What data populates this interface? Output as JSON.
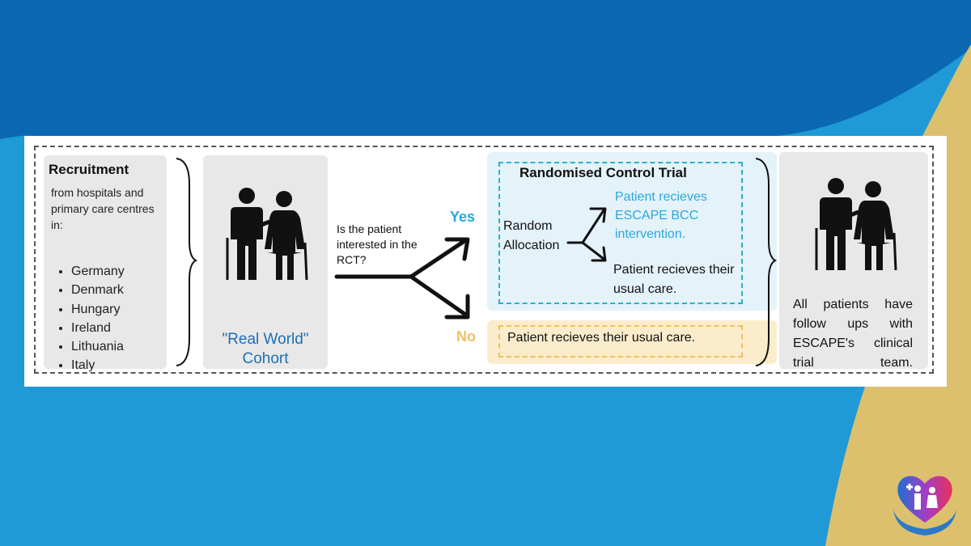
{
  "recruitment": {
    "title": "Recruitment",
    "subtitle": "from hospitals and primary care centres in:",
    "countries": [
      "Germany",
      "Denmark",
      "Hungary",
      "Ireland",
      "Lithuania",
      "Italy"
    ]
  },
  "cohort": {
    "label": "\"Real World\" Cohort"
  },
  "question": {
    "text": "Is the patient interested in the RCT?"
  },
  "branches": {
    "yes": "Yes",
    "no": "No"
  },
  "rct": {
    "title": "Randomised Control Trial",
    "allocation": "Random Allocation",
    "intervention": "Patient recieves ESCAPE BCC intervention.",
    "usual_care": "Patient recieves their usual care."
  },
  "no_branch": {
    "text": "Patient recieves their usual care."
  },
  "followup": {
    "text": "All patients have follow ups with ESCAPE's clinical trial team."
  },
  "colors": {
    "background_blue": "#1f9ad6",
    "background_dark_blue": "#0a68b3",
    "background_gold": "#dcc06e",
    "accent_blue": "#27a9e0",
    "accent_gold": "#f0c060",
    "cohort_blue": "#1e6fb4"
  },
  "icons": {
    "cohort": "elderly-couple-icon",
    "followup": "elderly-couple-icon",
    "logo": "escape-heart-logo-icon"
  }
}
